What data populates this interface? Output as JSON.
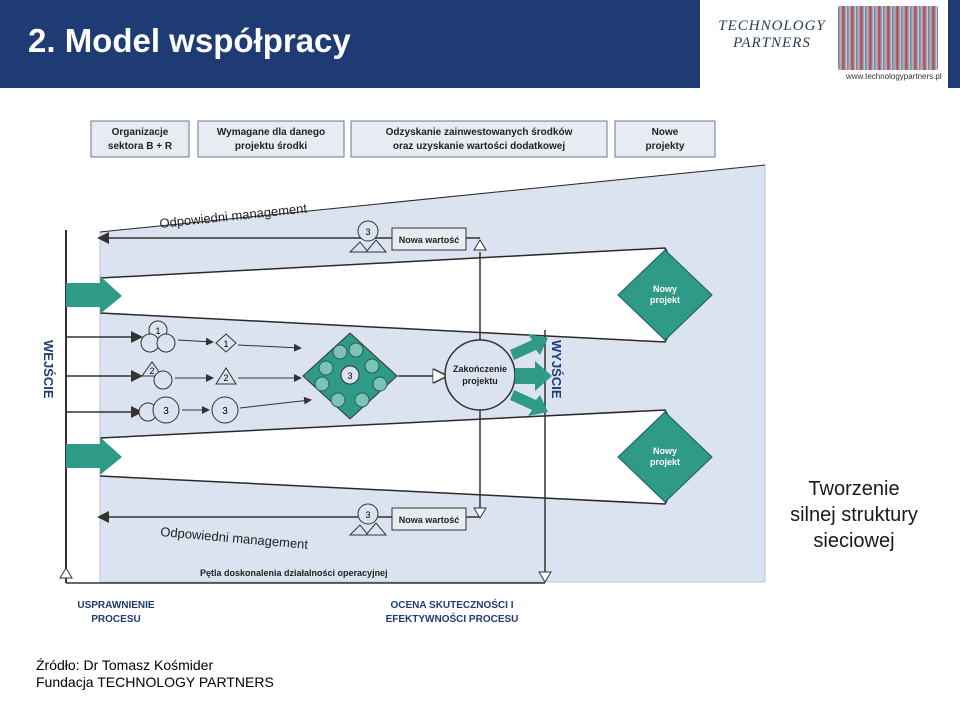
{
  "header": {
    "title": "2. Model współpracy",
    "logo": {
      "line1": "TECHNOLOGY",
      "line2": "PARTNERS",
      "url": "www.technologypartners.pl"
    }
  },
  "diagram": {
    "top_boxes": [
      {
        "line1": "Organizacje",
        "line2": "sektora B + R"
      },
      {
        "line1": "Wymagane dla danego",
        "line2": "projektu środki"
      },
      {
        "line1": "Odzyskanie zainwestowanych środków",
        "line2": "oraz uzyskanie wartości dodatkowej"
      },
      {
        "line1": "Nowe",
        "line2": "projekty"
      }
    ],
    "management_top": "Odpowiedni management",
    "management_bottom": "Odpowiedni management",
    "nowa_wartosc_top": "Nowa wartość",
    "nowa_wartosc_bottom": "Nowa wartość",
    "nowy_projekt_1": {
      "line1": "Nowy",
      "line2": "projekt"
    },
    "nowy_projekt_2": {
      "line1": "Nowy",
      "line2": "projekt"
    },
    "wejscie": "WEJŚCIE",
    "wyjscie": "WYJŚCIE",
    "zakonczenie": {
      "line1": "Zakończenie",
      "line2": "projektu"
    },
    "petla": "Pętla doskonalenia działalności operacyjnej",
    "bottom_left": {
      "line1": "USPRAWNIENIE",
      "line2": "PROCESU"
    },
    "bottom_right": {
      "line1": "OCENA SKUTECZNOŚCI I",
      "line2": "EFEKTYWNOŚCI PROCESU"
    },
    "nums": {
      "n1": "1",
      "n2": "2",
      "n3": "3"
    }
  },
  "side_text": {
    "line1": "Tworzenie",
    "line2": "silnej struktury",
    "line3": "sieciowej"
  },
  "source": {
    "line1": "Źródło:  Dr Tomasz Kośmider",
    "line2": "Fundacja TECHNOLOGY PARTNERS"
  },
  "colors": {
    "header": "#1f3b73",
    "teal": "#2e9a87",
    "funnel": "#dbe3f0",
    "box_border": "#5a6a8a"
  }
}
